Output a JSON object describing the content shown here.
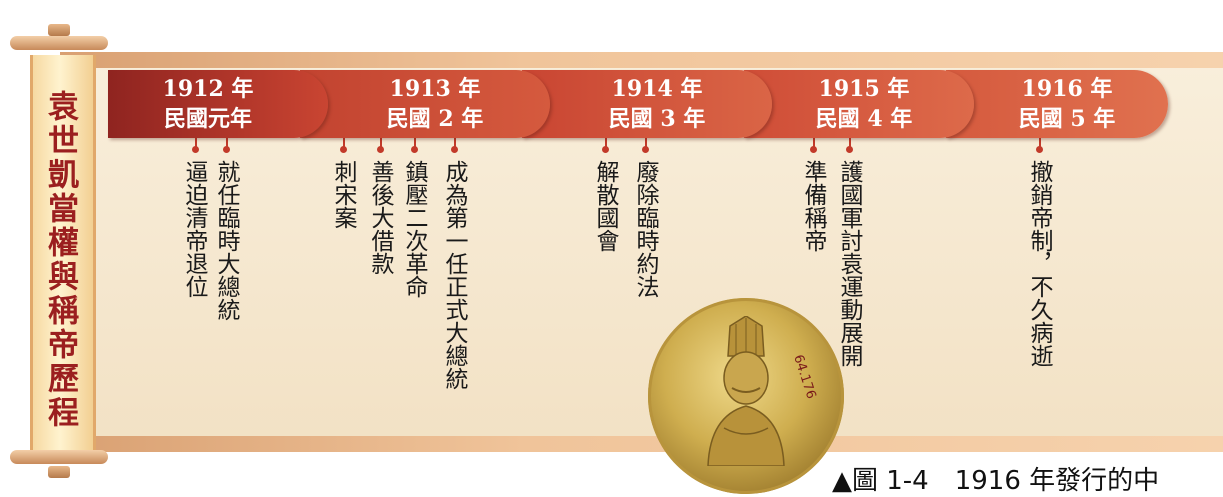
{
  "scroll_title": "袁世凱當權與稱帝歷程",
  "colors": {
    "segment_dark": "#9e2a24",
    "segment_mid": "#c94532",
    "segment_light": "#dc6a4a",
    "dot": "#c23a2a",
    "scroll_text": "#9b1f1f"
  },
  "timeline": [
    {
      "year": "1912 年",
      "era": "民國元年",
      "events": [
        "逼迫清帝退位",
        "就任臨時大總統"
      ]
    },
    {
      "year": "1913 年",
      "era": "民國 2 年",
      "events": [
        "刺宋案",
        "善後大借款",
        "鎮壓二次革命",
        "成為第一任正式大總統"
      ]
    },
    {
      "year": "1914 年",
      "era": "民國 3 年",
      "events": [
        "解散國會",
        "廢除臨時約法"
      ]
    },
    {
      "year": "1915 年",
      "era": "民國 4 年",
      "events": [
        "準備稱帝",
        "護國軍討袁運動展開"
      ]
    },
    {
      "year": "1916 年",
      "era": "民國 5 年",
      "events": [
        "撤銷帝制，不久病逝"
      ]
    }
  ],
  "coin_label": "64.176",
  "caption": "▲圖 1-4　1916 年發行的中"
}
